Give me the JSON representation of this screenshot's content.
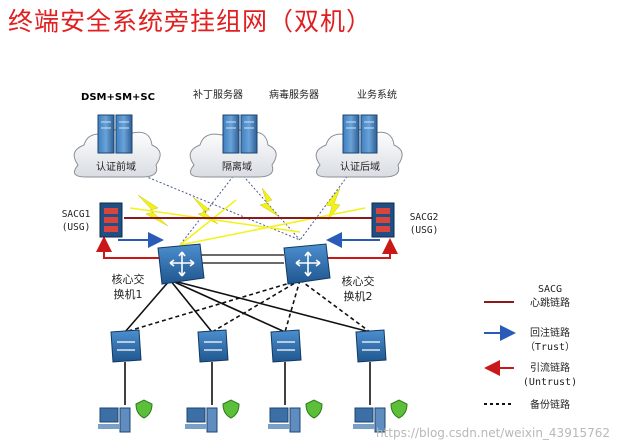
{
  "title": "终端安全系统旁挂组网（双机）",
  "servers": {
    "dsm_label": "DSM+SM+SC",
    "patch_label": "补丁服务器",
    "av_label": "病毒服务器",
    "biz_label": "业务系统"
  },
  "domains": {
    "pre_auth": "认证前域",
    "isolation": "隔离域",
    "post_auth": "认证后域"
  },
  "sacg1": {
    "name": "SACG1",
    "type": "(USG)"
  },
  "sacg2": {
    "name": "SACG2",
    "type": "(USG)"
  },
  "core1": {
    "line1": "核心交",
    "line2": "换机1"
  },
  "core2": {
    "line1": "核心交",
    "line2": "换机2"
  },
  "legend": {
    "heartbeat": {
      "line1": "SACG",
      "line2": "心跳链路"
    },
    "inject": {
      "line1": "回注链路",
      "line2": "（Trust）"
    },
    "redirect": {
      "line1": "引流链路",
      "line2": "(Untrust)"
    },
    "backup": {
      "line1": "备份链路"
    }
  },
  "watermark": "https://blog.csdn.net/weixin_43915762",
  "colors": {
    "title": "#e02020",
    "heartbeat": "#8b1a1a",
    "inject": "#2a5bb8",
    "redirect": "#c81818",
    "lightning": "#f2f21a",
    "device": "#2d6aa8"
  }
}
